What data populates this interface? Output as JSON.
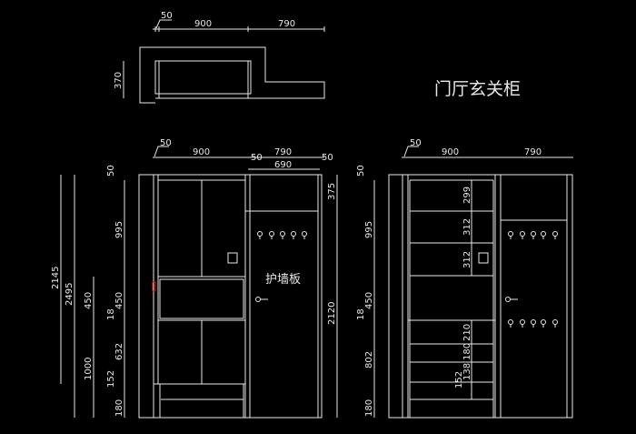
{
  "title": "门厅玄关柜",
  "plan": {
    "dims": {
      "d50": "50",
      "d900": "900",
      "d790": "790",
      "d370": "370"
    }
  },
  "front": {
    "panel_label": "护墙板",
    "top_dims": {
      "a": "50",
      "b": "900",
      "c": "790",
      "d": "50",
      "e": "690",
      "f": "50"
    },
    "left_dims": {
      "h2145": "2145",
      "h2495": "2495",
      "h450a": "450",
      "h1000": "1000",
      "h50": "50",
      "h995": "995",
      "h450": "450",
      "h18": "18",
      "h632": "632",
      "h152": "152",
      "h180": "180"
    },
    "right_dims": {
      "h375": "375",
      "h2120": "2120"
    }
  },
  "side": {
    "top_dims": {
      "a": "50",
      "b": "900",
      "c": "790"
    },
    "left_dims": {
      "h50": "50",
      "h995": "995",
      "h450": "450",
      "h18": "18",
      "h802": "802",
      "h180": "180"
    },
    "inner_dims": [
      "299",
      "312",
      "312",
      "210",
      "180",
      "138",
      "152"
    ]
  },
  "colors": {
    "lines": "#e8e8e8",
    "background": "#000000",
    "handle": "#d01010"
  }
}
